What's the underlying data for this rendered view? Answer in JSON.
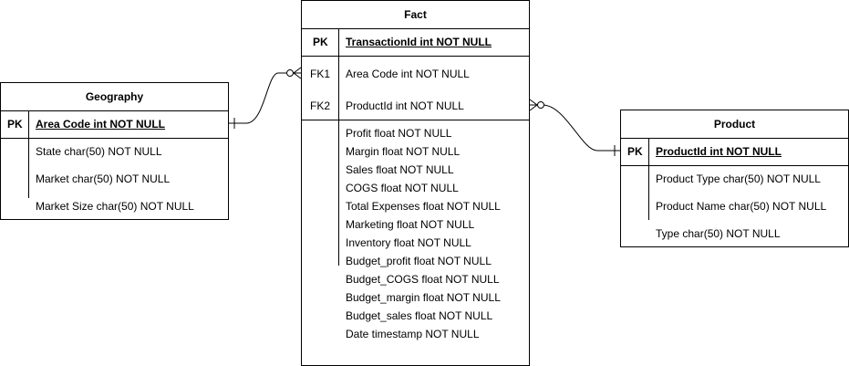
{
  "entities": {
    "geography": {
      "title": "Geography",
      "pk_label": "PK",
      "pk_field": "Area Code int NOT NULL",
      "fields": [
        "State char(50) NOT NULL",
        "Market char(50) NOT NULL",
        "Market Size char(50) NOT NULL"
      ]
    },
    "fact": {
      "title": "Fact",
      "pk_label": "PK",
      "pk_field": "TransactionId int NOT NULL",
      "fk1_label": "FK1",
      "fk1_field": "Area Code int NOT NULL",
      "fk2_label": "FK2",
      "fk2_field": "ProductId int NOT NULL",
      "fields": [
        "Profit float NOT NULL",
        "Margin float NOT NULL",
        "Sales float NOT NULL",
        "COGS float NOT NULL",
        "Total Expenses float NOT NULL",
        "Marketing float NOT NULL",
        "Inventory float NOT NULL",
        "Budget_profit float NOT NULL",
        "Budget_COGS float NOT NULL",
        "Budget_margin float NOT NULL",
        "Budget_sales float NOT NULL",
        "Date timestamp NOT NULL"
      ]
    },
    "product": {
      "title": "Product",
      "pk_label": "PK",
      "pk_field": "ProductId int NOT NULL",
      "fields": [
        "Product Type char(50) NOT NULL",
        "Product Name char(50) NOT NULL",
        "Type char(50) NOT NULL"
      ]
    }
  },
  "relationships": [
    {
      "from": "Geography.Area Code",
      "to": "Fact.Area Code",
      "from_end": "one",
      "to_end": "zero-or-many"
    },
    {
      "from": "Product.ProductId",
      "to": "Fact.ProductId",
      "from_end": "one",
      "to_end": "zero-or-many"
    }
  ]
}
